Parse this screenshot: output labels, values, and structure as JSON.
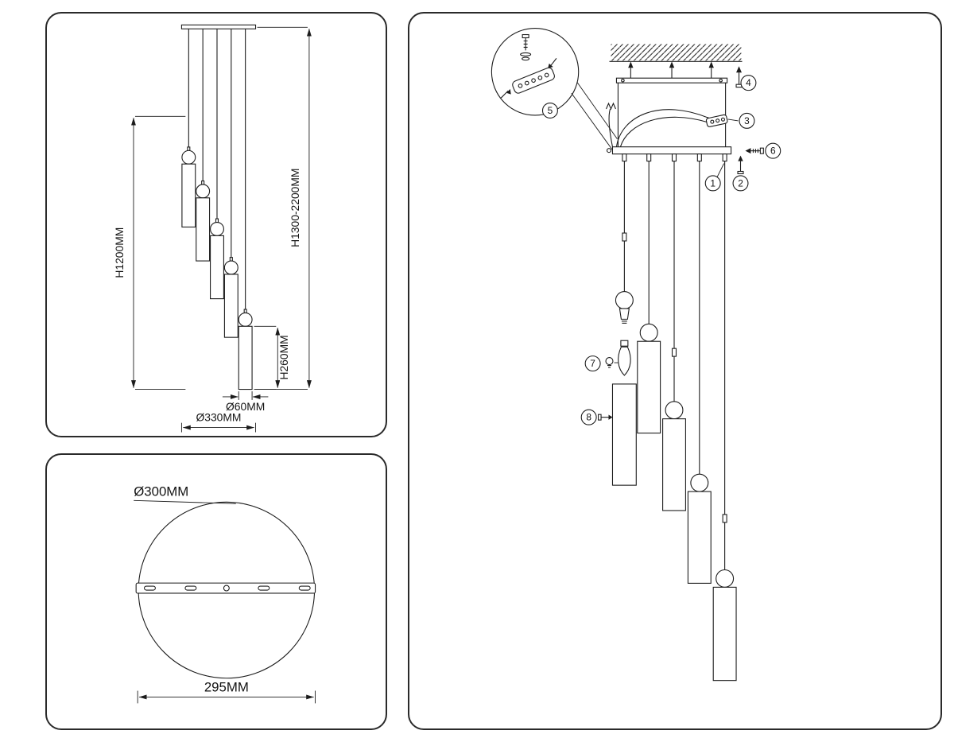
{
  "front_view": {
    "h_main": "H1200MM",
    "h_adjustable": "H1300-2200MM",
    "h_tube": "H260MM",
    "d_tube": "Ø60MM",
    "d_spread": "Ø330MM"
  },
  "top_view": {
    "d_plate": "Ø300MM",
    "bar_length": "295MM"
  },
  "install_view": {
    "callouts": [
      "1",
      "2",
      "3",
      "4",
      "5",
      "6",
      "7",
      "8"
    ]
  }
}
